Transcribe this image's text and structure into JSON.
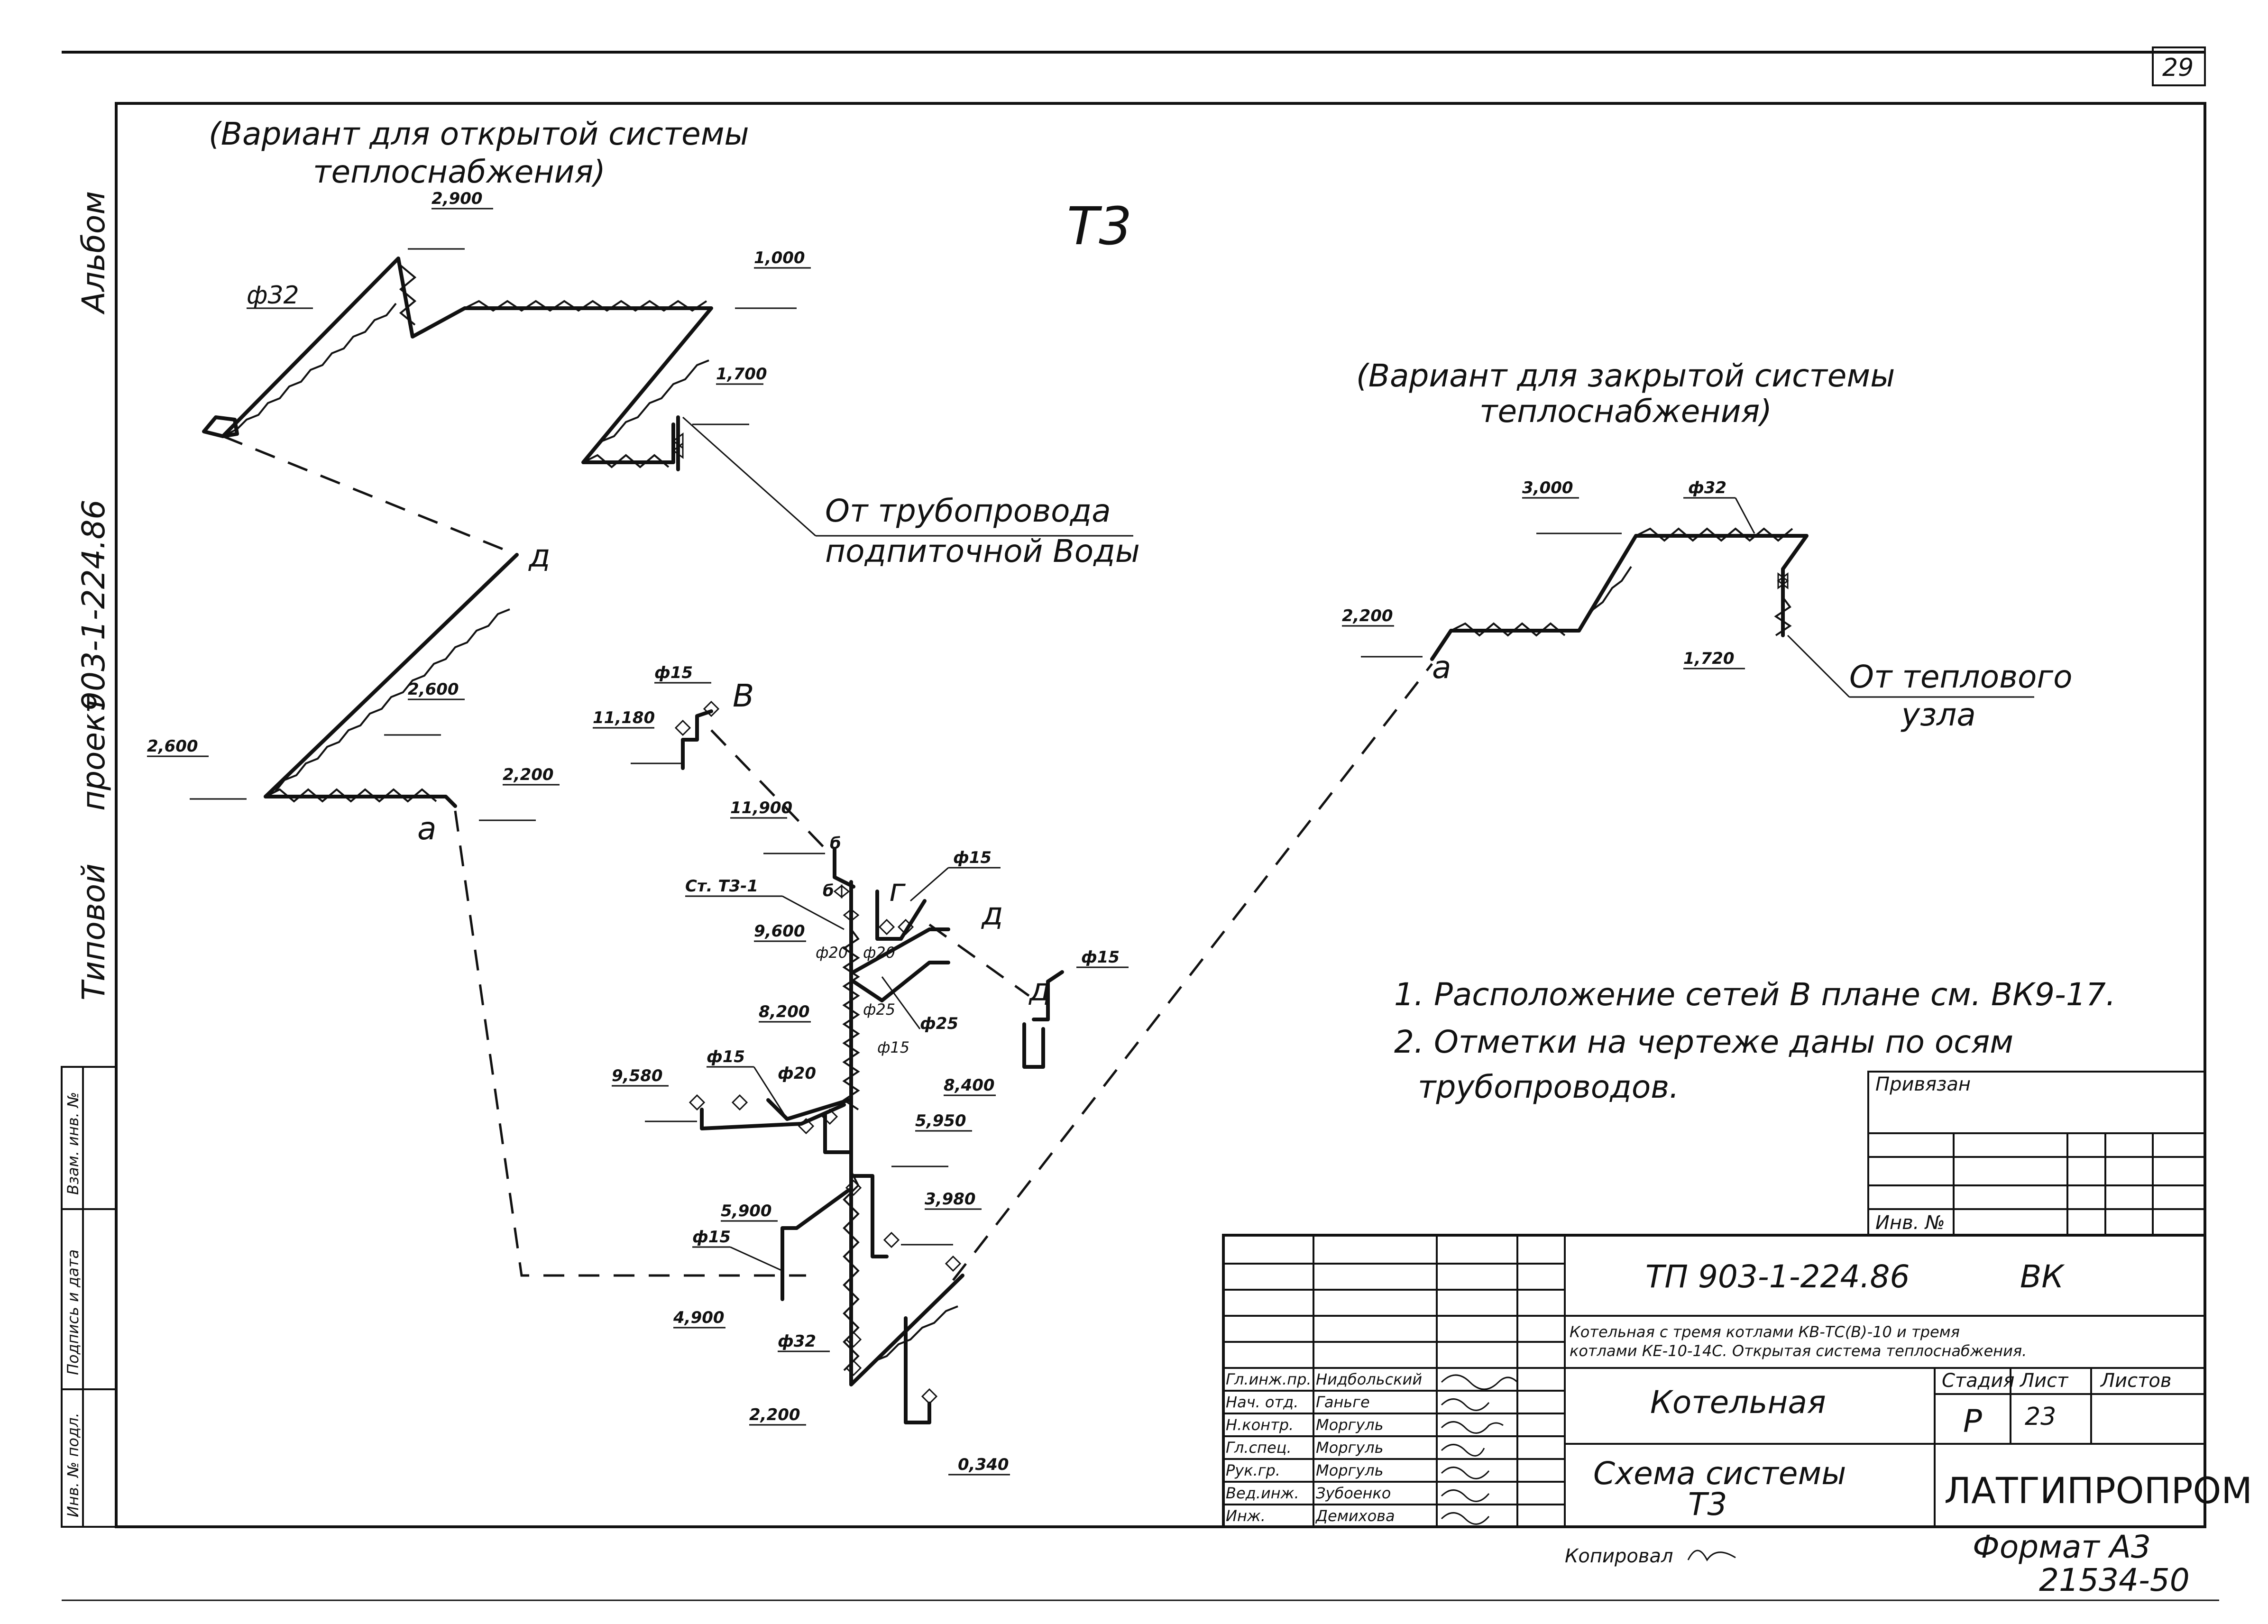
{
  "sheet": {
    "page_number": "29",
    "system_title": "Т3",
    "variant_open": [
      "(Вариант   для   открытой     системы",
      "теплоснабжения)"
    ],
    "variant_closed": [
      "(Вариант   для    закрытой    системы",
      "теплоснабжения)"
    ],
    "source_makeup": [
      "От  трубопровода",
      "подпиточной  Воды"
    ],
    "source_heat": [
      "От   теплового",
      "узла"
    ],
    "notes": [
      "1. Расположение     сетей    В    плане    см. ВК9-17.",
      "2. Отметки   на    чертеже    даны   по   осям",
      "трубопроводов."
    ]
  },
  "side_margin": {
    "album": "Альбом",
    "project_code": "903-1-224.86",
    "project_word": "проект",
    "typical": "Типовой"
  },
  "left_stamp": [
    "Инв. № подл.",
    "Подпись и дата",
    "Взам. инв. №"
  ],
  "elevations": {
    "e2900": "2,900",
    "e1000": "1,000",
    "e1700": "1,700",
    "e2600a": "2,600",
    "e2600b": "2,600",
    "e2200a": "2,200",
    "e11180": "11,180",
    "e11900": "11,900",
    "e9600": "9,600",
    "e8200": "8,200",
    "e9580": "9,580",
    "e8400": "8,400",
    "e5950": "5,950",
    "e3980": "3,980",
    "e5900": "5,900",
    "e4900": "4,900",
    "e2200b": "2,200",
    "e0340": "0,340",
    "e3000": "3,000",
    "e2200c": "2,200",
    "e1720": "1,720"
  },
  "diameters": {
    "d32a": "ф32",
    "d32b": "ф32",
    "d32c": "ф32",
    "d15a": "ф15",
    "d15b": "ф15",
    "d15c": "ф15",
    "d15d": "ф15",
    "d15e": "ф15",
    "d15f": "ф15",
    "d20a": "ф20",
    "d20b": "ф20",
    "d20c": "ф20",
    "d25a": "ф25",
    "d25b": "ф25"
  },
  "points": {
    "a1": "а",
    "a2": "а",
    "d1": "д",
    "d2": "д",
    "d3": "д",
    "v": "В",
    "b": "б",
    "g": "г",
    "riser": "Ст. Т3-1"
  },
  "approval_box": {
    "linked": "Привязан",
    "inv": "Инв. №"
  },
  "title_block": {
    "doc_code": "ТП 903-1-224.86",
    "mark": "ВК",
    "description": [
      "Котельная с тремя котлами КВ-ТС(В)-10 и тремя",
      "котлами КЕ-10-14С. Открытая система теплоснабжения."
    ],
    "building": "Котельная",
    "sheet_title": [
      "Схема   системы",
      "Т3"
    ],
    "stage_label": "Стадия",
    "sheet_label": "Лист",
    "sheets_label": "Листов",
    "stage": "Р",
    "sheet_no": "23",
    "company": "ЛАТГИПРОПРОМ",
    "roles": [
      {
        "role": "Гл.инж.пр.",
        "name": "Нидбольский"
      },
      {
        "role": "Нач. отд.",
        "name": "Ганьге"
      },
      {
        "role": "Н.контр.",
        "name": "Моргуль"
      },
      {
        "role": "Гл.спец.",
        "name": "Моргуль"
      },
      {
        "role": "Рук.гр.",
        "name": "Моргуль"
      },
      {
        "role": "Вед.инж.",
        "name": "Зубоенко"
      },
      {
        "role": "Инж.",
        "name": "Демихова"
      }
    ],
    "copied": "Копировал",
    "format": "Формат   А3",
    "archive": "21534-50"
  }
}
